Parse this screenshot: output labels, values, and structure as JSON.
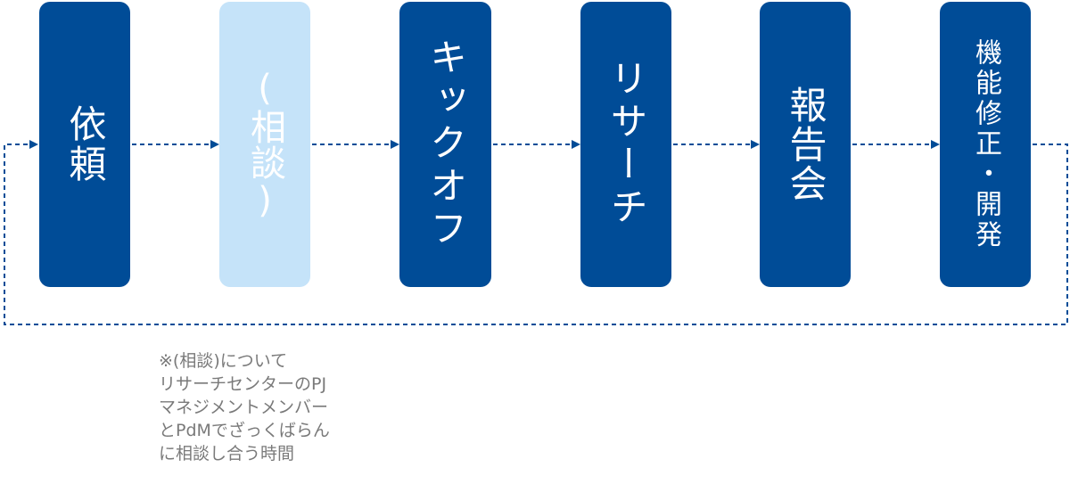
{
  "diagram": {
    "steps": [
      {
        "label": "依頼",
        "style": "primary"
      },
      {
        "label": "(相談)",
        "style": "muted"
      },
      {
        "label": "キックオフ",
        "style": "primary"
      },
      {
        "label": "リサーチ",
        "style": "primary"
      },
      {
        "label": "報告会",
        "style": "primary"
      },
      {
        "label": "機能修正・開発",
        "style": "primary"
      }
    ],
    "note_lines": [
      "※(相談)について",
      "リサーチセンターのPJ",
      "マネジメントメンバー",
      "とPdMでざっくばらん",
      "に相談し合う時間"
    ]
  },
  "colors": {
    "primary": "#004c97",
    "muted": "#c5e3f9",
    "arrow": "#004c97",
    "note_text": "#7a7a7a"
  }
}
